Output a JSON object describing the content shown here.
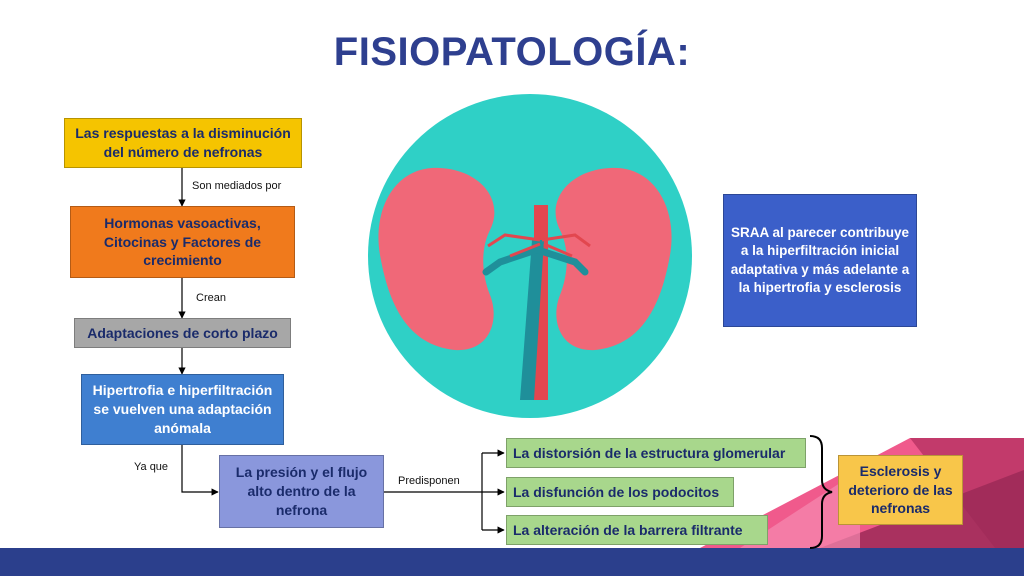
{
  "title": "FISIOPATOLOGÍA:",
  "colors": {
    "title": "#2e3f8f",
    "yellow": "#f5c400",
    "orange": "#f07a1c",
    "gray": "#a7a7a7",
    "blue_box": "#3f7fd0",
    "purple_box": "#8a97dc",
    "green_box": "#a8d78c",
    "sraa_box": "#3b5fc9",
    "result_box": "#f8c64a",
    "band": "#2b3f8c",
    "teal": "#2fd0c6",
    "kidney": "#f06878"
  },
  "flow": {
    "box1": "Las respuestas a la disminución del número de nefronas",
    "label1": "Son mediados por",
    "box2": "Hormonas vasoactivas, Citocinas y Factores de crecimiento",
    "label2": "Crean",
    "box3": "Adaptaciones de corto plazo",
    "box4": "Hipertrofia e hiperfiltración se vuelven una adaptación anómala",
    "label3": "Ya que",
    "box5": "La presión y el flujo alto dentro de la nefrona",
    "label4": "Predisponen",
    "out1": "La distorsión de la estructura glomerular",
    "out2": "La disfunción de los podocitos",
    "out3": "La alteración de la barrera filtrante",
    "result": "Esclerosis y deterioro de las nefronas"
  },
  "sraa": "SRAA al parecer contribuye a la hiperfiltración inicial adaptativa y más adelante a la hipertrofia y esclerosis",
  "illustration": {
    "icon": "kidneys-icon"
  }
}
